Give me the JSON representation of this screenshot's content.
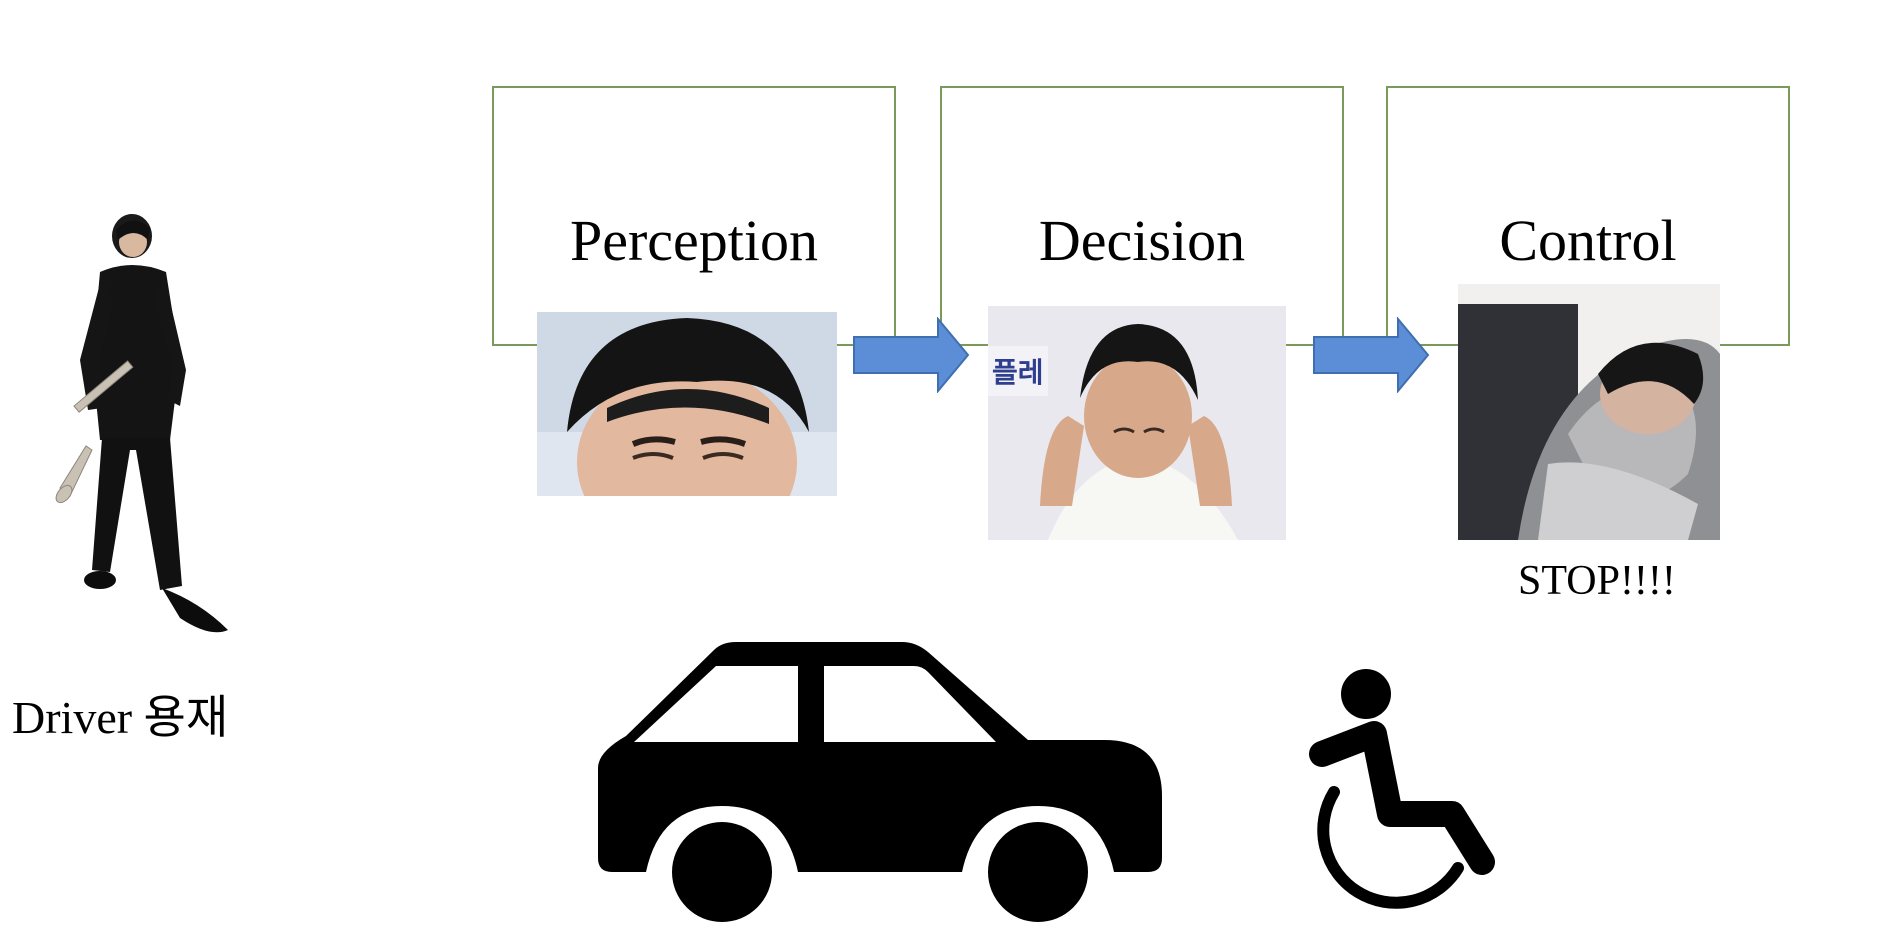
{
  "driver": {
    "label": "Driver 용재"
  },
  "stages": [
    {
      "label": "Perception"
    },
    {
      "label": "Decision"
    },
    {
      "label": "Control"
    }
  ],
  "control_caption": "STOP!!!!",
  "icons": {
    "driver": "person-with-trumpet",
    "vehicle": "car-icon",
    "pedestrian": "wheelchair-icon"
  },
  "colors": {
    "box_border": "#7a9a5a",
    "arrow_fill": "#5b8ed6",
    "arrow_stroke": "#3f6fb0",
    "icon_fill": "#000000"
  }
}
